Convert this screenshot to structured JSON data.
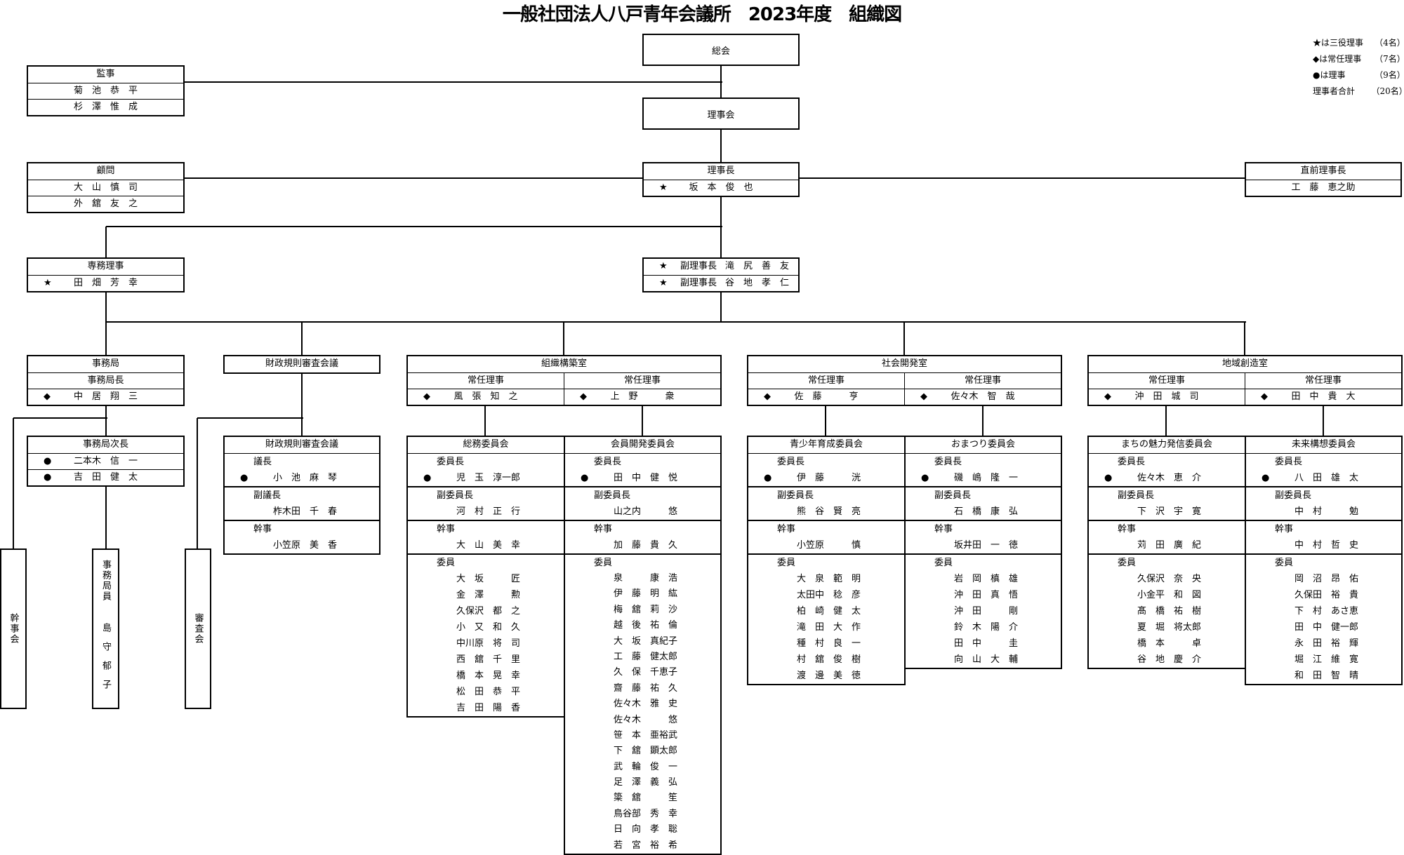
{
  "title": "一般社団法人八戸青年会議所　2023年度　組織図",
  "legend": [
    {
      "label": "★は三役理事",
      "count": "（4名）"
    },
    {
      "label": "◆は常任理事",
      "count": "（7名）"
    },
    {
      "label": "●は理事",
      "count": "（9名）"
    },
    {
      "label": "理事者合計",
      "count": "（20名）"
    }
  ],
  "soukai": "総会",
  "rijikai": "理事会",
  "rijicho": {
    "title": "理事長",
    "mark": "★",
    "name": "坂　本　俊　也"
  },
  "kanji": {
    "title": "監事",
    "members": [
      "菊　池　恭　平",
      "杉　澤　惟　成"
    ]
  },
  "komon": {
    "title": "顧問",
    "members": [
      "大　山　慎　司",
      "外　舘　友　之"
    ]
  },
  "zenrijicho": {
    "title": "直前理事長",
    "name": "工　藤　恵之助"
  },
  "senmu": {
    "title": "専務理事",
    "mark": "★",
    "name": "田　畑　芳　幸"
  },
  "fukurijicho": [
    {
      "mark": "★",
      "role": "副理事長",
      "name": "滝　尻　善　友"
    },
    {
      "mark": "★",
      "role": "副理事長",
      "name": "谷　地　孝　仁"
    }
  ],
  "jimukyoku": {
    "title": "事務局",
    "head_title": "事務局長",
    "head": {
      "mark": "◆",
      "name": "中　居　翔　三"
    },
    "deputy_title": "事務局次長",
    "deputies": [
      {
        "mark": "●",
        "name": "二本木　信　一"
      },
      {
        "mark": "●",
        "name": "吉　田　健　太"
      }
    ],
    "staff_title": "事務局員",
    "staff_name": "島守郁子",
    "kanjikai": "幹事会"
  },
  "zaisei": {
    "header": "財政規則審査会議",
    "title": "財政規則審査会議",
    "roles": [
      {
        "label": "議長",
        "mark": "●",
        "name": "小　池　麻　琴"
      },
      {
        "label": "副議長",
        "mark": "",
        "name": "柞木田　千　春"
      },
      {
        "label": "幹事",
        "mark": "",
        "name": "小笠原　美　香"
      }
    ],
    "shinsakai": "審査会"
  },
  "labels": {
    "director": "常任理事",
    "chair": "委員長",
    "vice": "副委員長",
    "secretary": "幹事",
    "members": "委員"
  },
  "rooms": [
    {
      "title": "組織構築室",
      "directors": [
        {
          "mark": "◆",
          "name": "風　張　知　之"
        },
        {
          "mark": "◆",
          "name": "上　野　　　衆"
        }
      ],
      "committees": [
        {
          "title": "総務委員会",
          "chair_mark": "●",
          "chair": "児　玉　淳一郎",
          "vice": "河　村　正　行",
          "secretary": "大　山　美　幸",
          "members": [
            "大　坂　　　匠",
            "金　澤　　　勲",
            "久保沢　都　之",
            "小　又　和　久",
            "中川原　将　司",
            "西　舘　千　里",
            "橋　本　晃　幸",
            "松　田　恭　平",
            "吉　田　陽　香"
          ]
        },
        {
          "title": "会員開発委員会",
          "chair_mark": "●",
          "chair": "田　中　健　悦",
          "vice": "山之内　　　悠",
          "secretary": "加　藤　貴　久",
          "members": [
            "泉　　　康　浩",
            "伊　藤　明　紘",
            "梅　舘　莉　沙",
            "越　後　祐　倫",
            "大　坂　真紀子",
            "工　藤　健太郎",
            "久　保　千恵子",
            "齋　藤　祐　久",
            "佐々木　雅　史",
            "佐々木　　　悠",
            "笹　本　亜裕武",
            "下　舘　顕太郎",
            "武　輪　俊　一",
            "足　澤　義　弘",
            "簗　舘　　　笙",
            "鳥谷部　秀　幸",
            "日　向　孝　聡",
            "若　宮　裕　希"
          ]
        }
      ]
    },
    {
      "title": "社会開発室",
      "directors": [
        {
          "mark": "◆",
          "name": "佐　藤　　　亨"
        },
        {
          "mark": "◆",
          "name": "佐々木　智　哉"
        }
      ],
      "committees": [
        {
          "title": "青少年育成委員会",
          "chair_mark": "●",
          "chair": "伊　藤　　　洸",
          "vice": "熊　谷　賢　亮",
          "secretary": "小笠原　　　慎",
          "members": [
            "大　泉　範　明",
            "太田中　稔　彦",
            "柏　崎　健　太",
            "滝　田　大　作",
            "種　村　良　一",
            "村　舘　俊　樹",
            "渡　邊　美　徳"
          ]
        },
        {
          "title": "おまつり委員会",
          "chair_mark": "●",
          "chair": "磯　嶋　隆　一",
          "vice": "石　橋　康　弘",
          "secretary": "坂井田　一　徳",
          "members": [
            "岩　岡　槙　雄",
            "沖　田　真　悟",
            "沖　田　　　剛",
            "鈴　木　陽　介",
            "田　中　　　圭",
            "向　山　大　輔"
          ]
        }
      ]
    },
    {
      "title": "地域創造室",
      "directors": [
        {
          "mark": "◆",
          "name": "沖　田　城　司"
        },
        {
          "mark": "◆",
          "name": "田　中　貴　大"
        }
      ],
      "committees": [
        {
          "title": "まちの魅力発信委員会",
          "chair_mark": "●",
          "chair": "佐々木　恵　介",
          "vice": "下　沢　宇　寛",
          "secretary": "苅　田　廣　紀",
          "members": [
            "久保沢　奈　央",
            "小金平　和　図",
            "髙　橋　祐　樹",
            "夏　堀　将太郎",
            "橋　本　　　卓",
            "谷　地　慶　介"
          ]
        },
        {
          "title": "未来構想委員会",
          "chair_mark": "●",
          "chair": "八　田　雄　太",
          "vice": "中　村　　　勉",
          "secretary": "中　村　哲　史",
          "members": [
            "岡　沼　昂　佑",
            "久保田　裕　貴",
            "下　村　あさ恵",
            "田　中　健一郎",
            "永　田　裕　輝",
            "堀　江　維　寛",
            "和　田　智　晴"
          ]
        }
      ]
    }
  ]
}
